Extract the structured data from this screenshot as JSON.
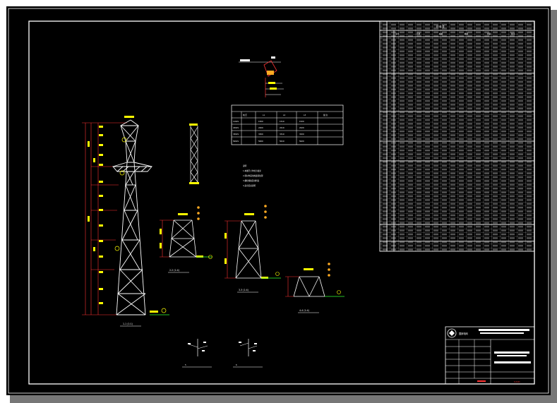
{
  "colors": {
    "background": "#000000",
    "line": "#ffffff",
    "dimension": "#ff3333",
    "annotation": "#ffff00",
    "marker": "#ffaa22",
    "ground": "#33ff33"
  },
  "drawing": {
    "tower_main": {
      "label": "1-1 (1:1)"
    },
    "section_a": {
      "label": "2-2 (1:4)"
    },
    "section_b": {
      "label": "3-3 (1:4)"
    },
    "section_c": {
      "label": "4-4 (1:4)"
    },
    "detail_1": {
      "label": "5"
    },
    "detail_2": {
      "label": "6"
    }
  },
  "spec_table": {
    "header": [
      "电 压",
      "L1",
      "L2",
      "L3",
      "备 注"
    ],
    "rows": [
      [
        "110kV",
        "1500",
        "1510",
        "1520",
        ""
      ],
      [
        "220kV",
        "2200",
        "2210",
        "2220",
        ""
      ],
      [
        "330kV",
        "3300",
        "3310",
        "3320",
        ""
      ],
      [
        "500kV",
        "5000",
        "5010",
        "5020",
        ""
      ]
    ]
  },
  "notes": {
    "title": "说明",
    "items": [
      "1.本图尺寸单位为毫米",
      "2.塔材均采用热镀锌处理",
      "3.螺栓规格见材料表",
      "4.其余见总说明"
    ]
  },
  "material_table": {
    "title": "材 料 表",
    "columns": [
      "序号",
      "名称",
      "规格",
      "数量",
      "重量",
      "备注"
    ]
  },
  "title_block": {
    "company": "国家电网",
    "drawing_no": "S-D-01"
  }
}
